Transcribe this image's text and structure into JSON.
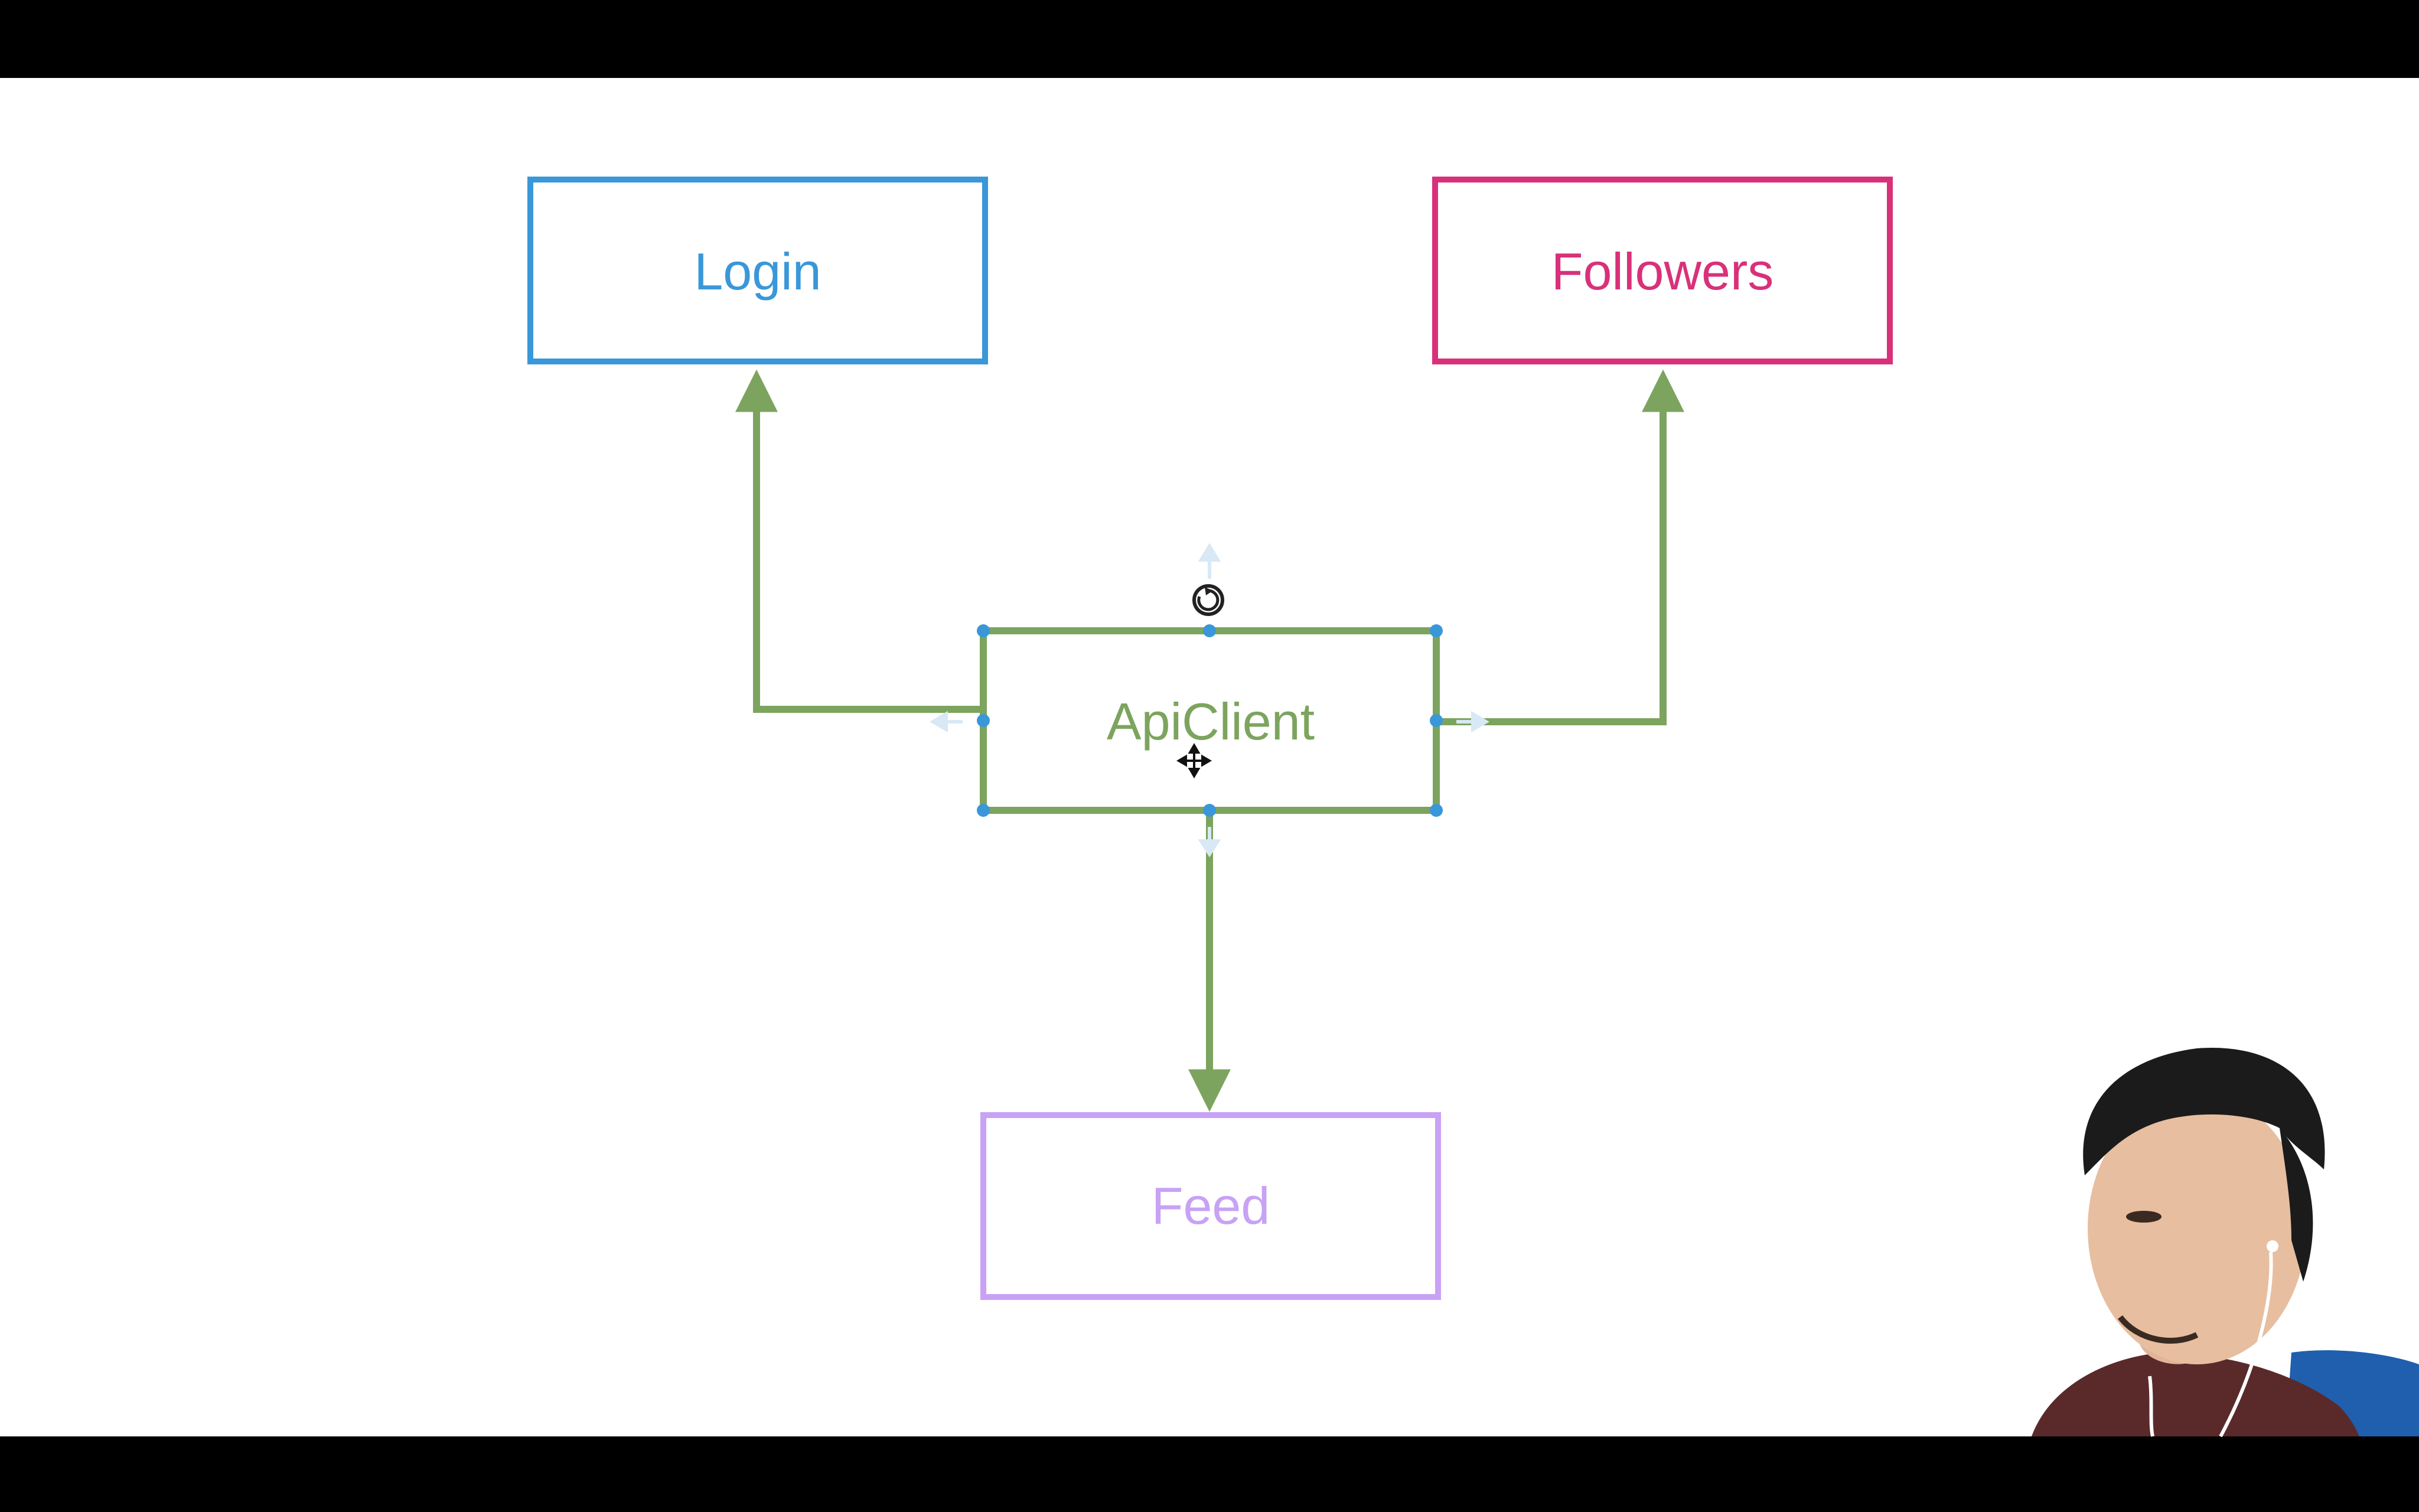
{
  "diagram": {
    "nodes": [
      {
        "id": "login",
        "label": "Login",
        "color": "#3a97d9"
      },
      {
        "id": "followers",
        "label": "Followers",
        "color": "#d8317a"
      },
      {
        "id": "apiclient",
        "label": "ApiClient",
        "color": "#7ca45e",
        "selected": true
      },
      {
        "id": "feed",
        "label": "Feed",
        "color": "#c8a2f5"
      }
    ],
    "edges": [
      {
        "from": "apiclient",
        "to": "login"
      },
      {
        "from": "apiclient",
        "to": "followers"
      },
      {
        "from": "apiclient",
        "to": "feed"
      }
    ],
    "selection_handle_color": "#3a97d9"
  },
  "overlay": {
    "cursor_icon": "move-cursor-icon",
    "rotate_icon": "rotate-handle-icon",
    "webcam": "presenter-webcam"
  }
}
